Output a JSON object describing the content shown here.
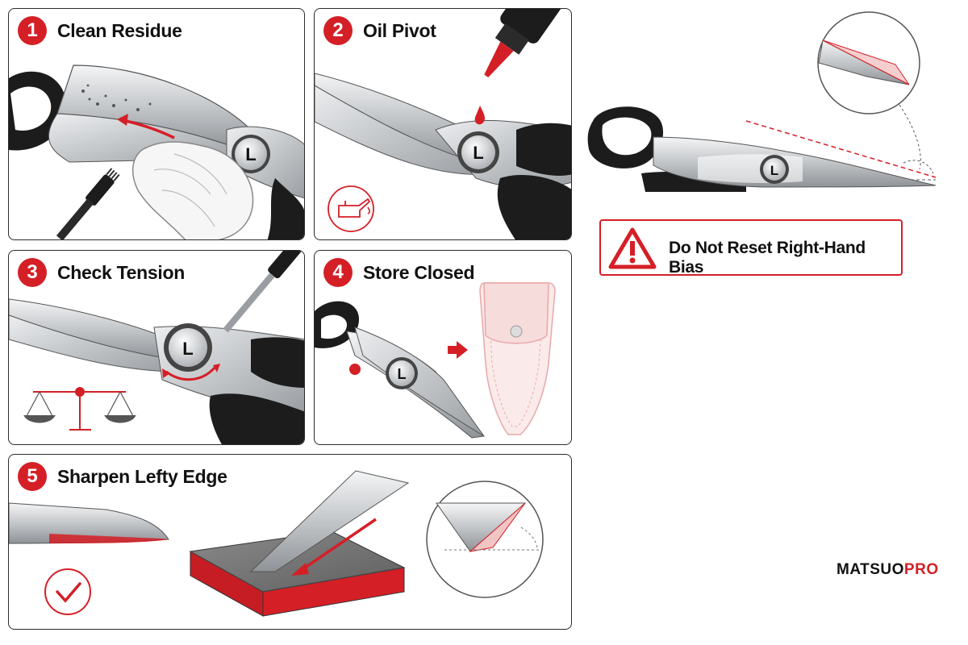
{
  "steps": [
    {
      "number": "1",
      "title": "Clean Residue"
    },
    {
      "number": "2",
      "title": "Oil Pivot"
    },
    {
      "number": "3",
      "title": "Check Tension"
    },
    {
      "number": "4",
      "title": "Store Closed"
    },
    {
      "number": "5",
      "title": "Sharpen Lefty Edge"
    }
  ],
  "pivot_mark": "L",
  "warning": {
    "text": "Do Not Reset Right-Hand Bias"
  },
  "brand": {
    "part1": "MATSUO",
    "part2": "PRO"
  },
  "colors": {
    "accent": "#d51f26",
    "ink": "#111111",
    "steel": "#c9cccf",
    "handle": "#1c1c1c"
  },
  "icons": [
    "warning-triangle-icon",
    "oil-can-icon",
    "balance-scale-icon",
    "checkmark-icon",
    "arrow-right-icon"
  ]
}
